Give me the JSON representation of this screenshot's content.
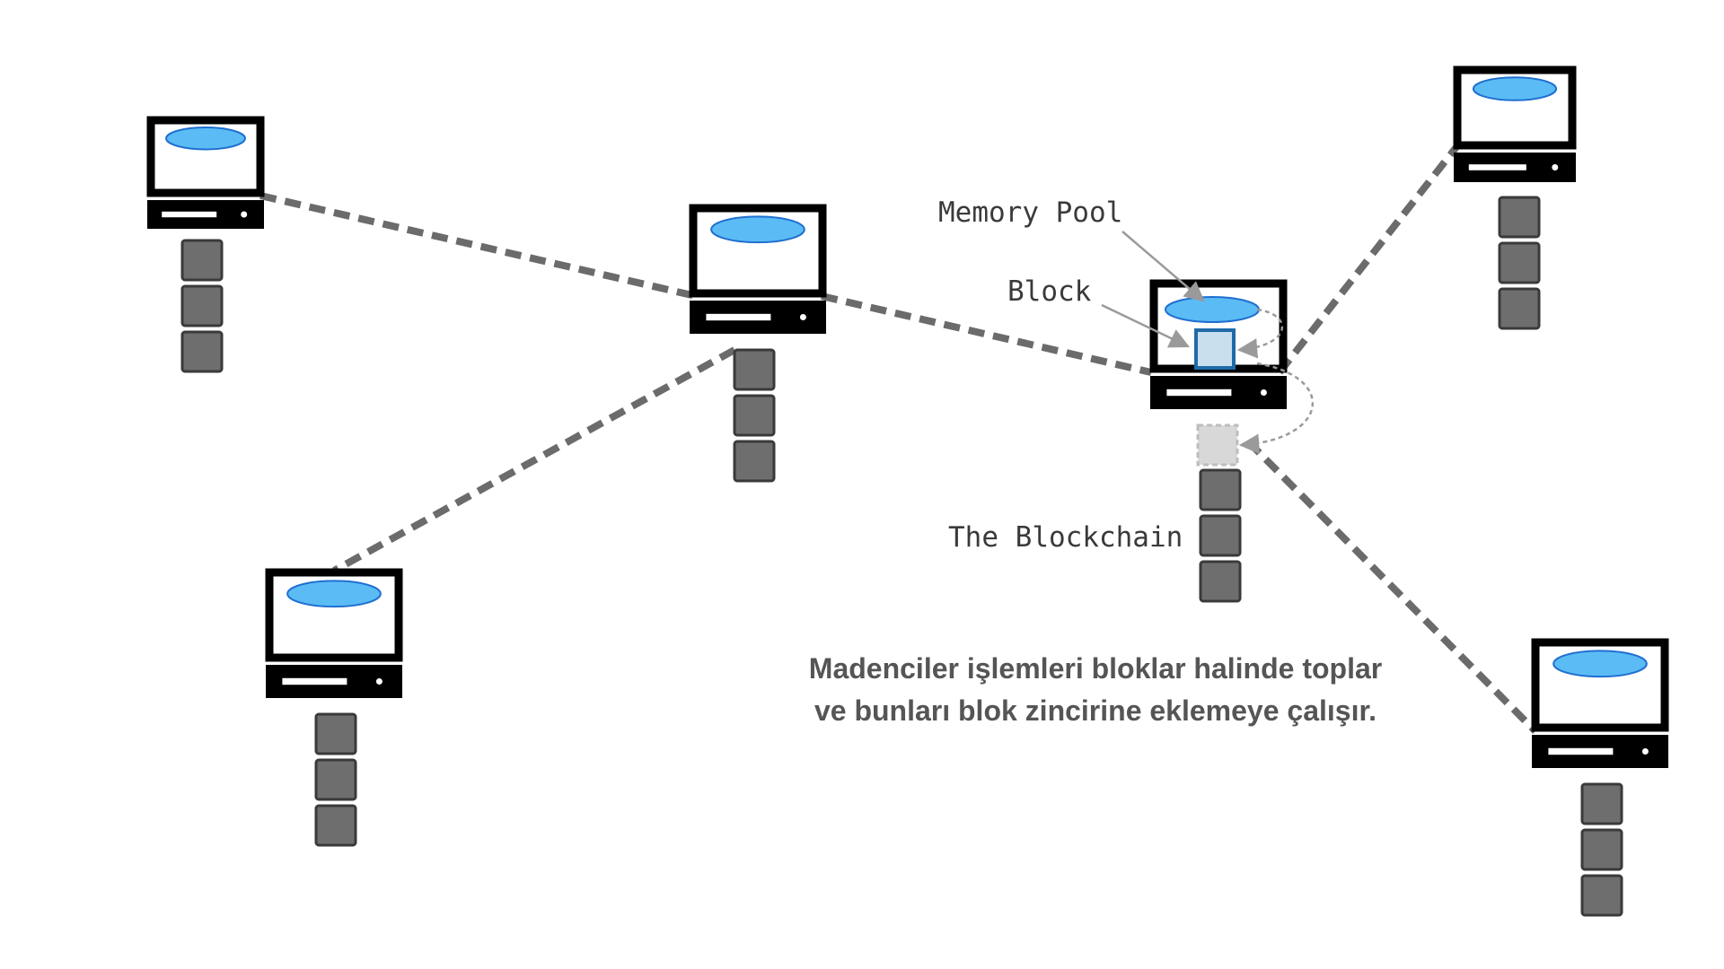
{
  "labels": {
    "memory_pool": "Memory Pool",
    "block": "Block",
    "blockchain": "The Blockchain"
  },
  "caption": {
    "line1": "Madenciler işlemleri bloklar halinde toplar",
    "line2": "ve bunları blok zincirine eklemeye çalışır."
  },
  "colors": {
    "monitor": "#000000",
    "pool": "#5bbcf5",
    "pool_stroke": "#1f6fd0",
    "chain_block": "#6e6e6e",
    "link": "#6b6b6b",
    "new_block": "#c9dfee",
    "new_block_stroke": "#1f6ba8",
    "pending_block": "#d8d8d8",
    "arrow": "#9a9a9a",
    "caption": "#555555"
  },
  "nodes": [
    {
      "name": "node-top-left",
      "chain_length": 3
    },
    {
      "name": "node-center",
      "chain_length": 3
    },
    {
      "name": "node-bottom-left",
      "chain_length": 3
    },
    {
      "name": "node-miner",
      "chain_length": 3,
      "is_miner": true
    },
    {
      "name": "node-top-right",
      "chain_length": 3
    },
    {
      "name": "node-bottom-right",
      "chain_length": 3
    }
  ]
}
